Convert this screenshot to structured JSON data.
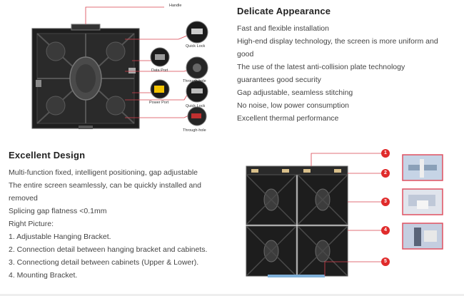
{
  "top_figure": {
    "labels": {
      "handle": "Handle",
      "quick_lock_1": "Quick Lock",
      "data_port": "Data Port",
      "through_hole_1": "Through-hole",
      "power_port": "Power Port",
      "quick_lock_2": "Quick Lock",
      "through_hole_2": "Through-hole"
    }
  },
  "delicate": {
    "title": "Delicate Appearance",
    "lines": [
      "Fast and flexible installation",
      "High-end display technology, the screen is more uniform and",
      "good",
      "The use of the latest anti-collision plate technology",
      "guarantees good security",
      "Gap adjustable, seamless stitching",
      "No noise, low power consumption",
      "Excellent thermal performance"
    ]
  },
  "excellent": {
    "title": "Excellent Design",
    "lines": [
      "Multi-function fixed, intelligent positioning, gap adjustable",
      "The entire screen seamlessly, can be quickly installed and",
      "removed",
      "Splicing gap flatness <0.1mm",
      "Right Picture:",
      "1. Adjustable Hanging Bracket.",
      "2. Connection detail between hanging bracket and cabinets.",
      "3. Connectiong detail between cabinets (Upper & Lower).",
      "4. Mounting Bracket."
    ]
  },
  "bottom_figure": {
    "badges": [
      "1",
      "2",
      "3",
      "4",
      "5"
    ]
  },
  "colors": {
    "accent_red": "#e02b2b",
    "callout_line": "#d9414e"
  }
}
